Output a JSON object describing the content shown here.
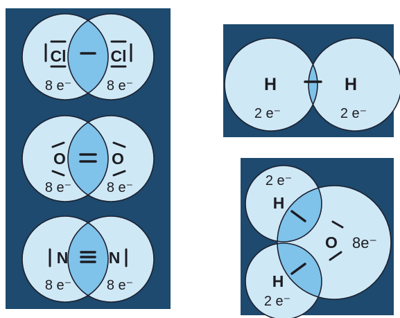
{
  "colors": {
    "panel": "#1d4a6e",
    "atom": "#cfe8f5",
    "overlap": "#7fc2ea",
    "outline": "#1c2030",
    "ink": "#1c1c22"
  },
  "molecules": {
    "cl2": {
      "left_symbol": "Cl",
      "right_symbol": "Cl",
      "left_electrons": "8 e⁻",
      "right_electrons": "8 e⁻",
      "bond": "single"
    },
    "o2": {
      "left_symbol": "O",
      "right_symbol": "O",
      "left_electrons": "8 e⁻",
      "right_electrons": "8 e⁻",
      "bond": "double"
    },
    "n2": {
      "left_symbol": "N",
      "right_symbol": "N",
      "left_electrons": "8 e⁻",
      "right_electrons": "8 e⁻",
      "bond": "triple"
    },
    "h2": {
      "left_symbol": "H",
      "right_symbol": "H",
      "left_electrons": "2 e⁻",
      "right_electrons": "2 e⁻",
      "bond": "single"
    },
    "h2o": {
      "top_h_symbol": "H",
      "bottom_h_symbol": "H",
      "o_symbol": "O",
      "top_h_electrons": "2 e⁻",
      "bottom_h_electrons": "2 e⁻",
      "o_electrons": "8e⁻",
      "bond": "single"
    }
  }
}
